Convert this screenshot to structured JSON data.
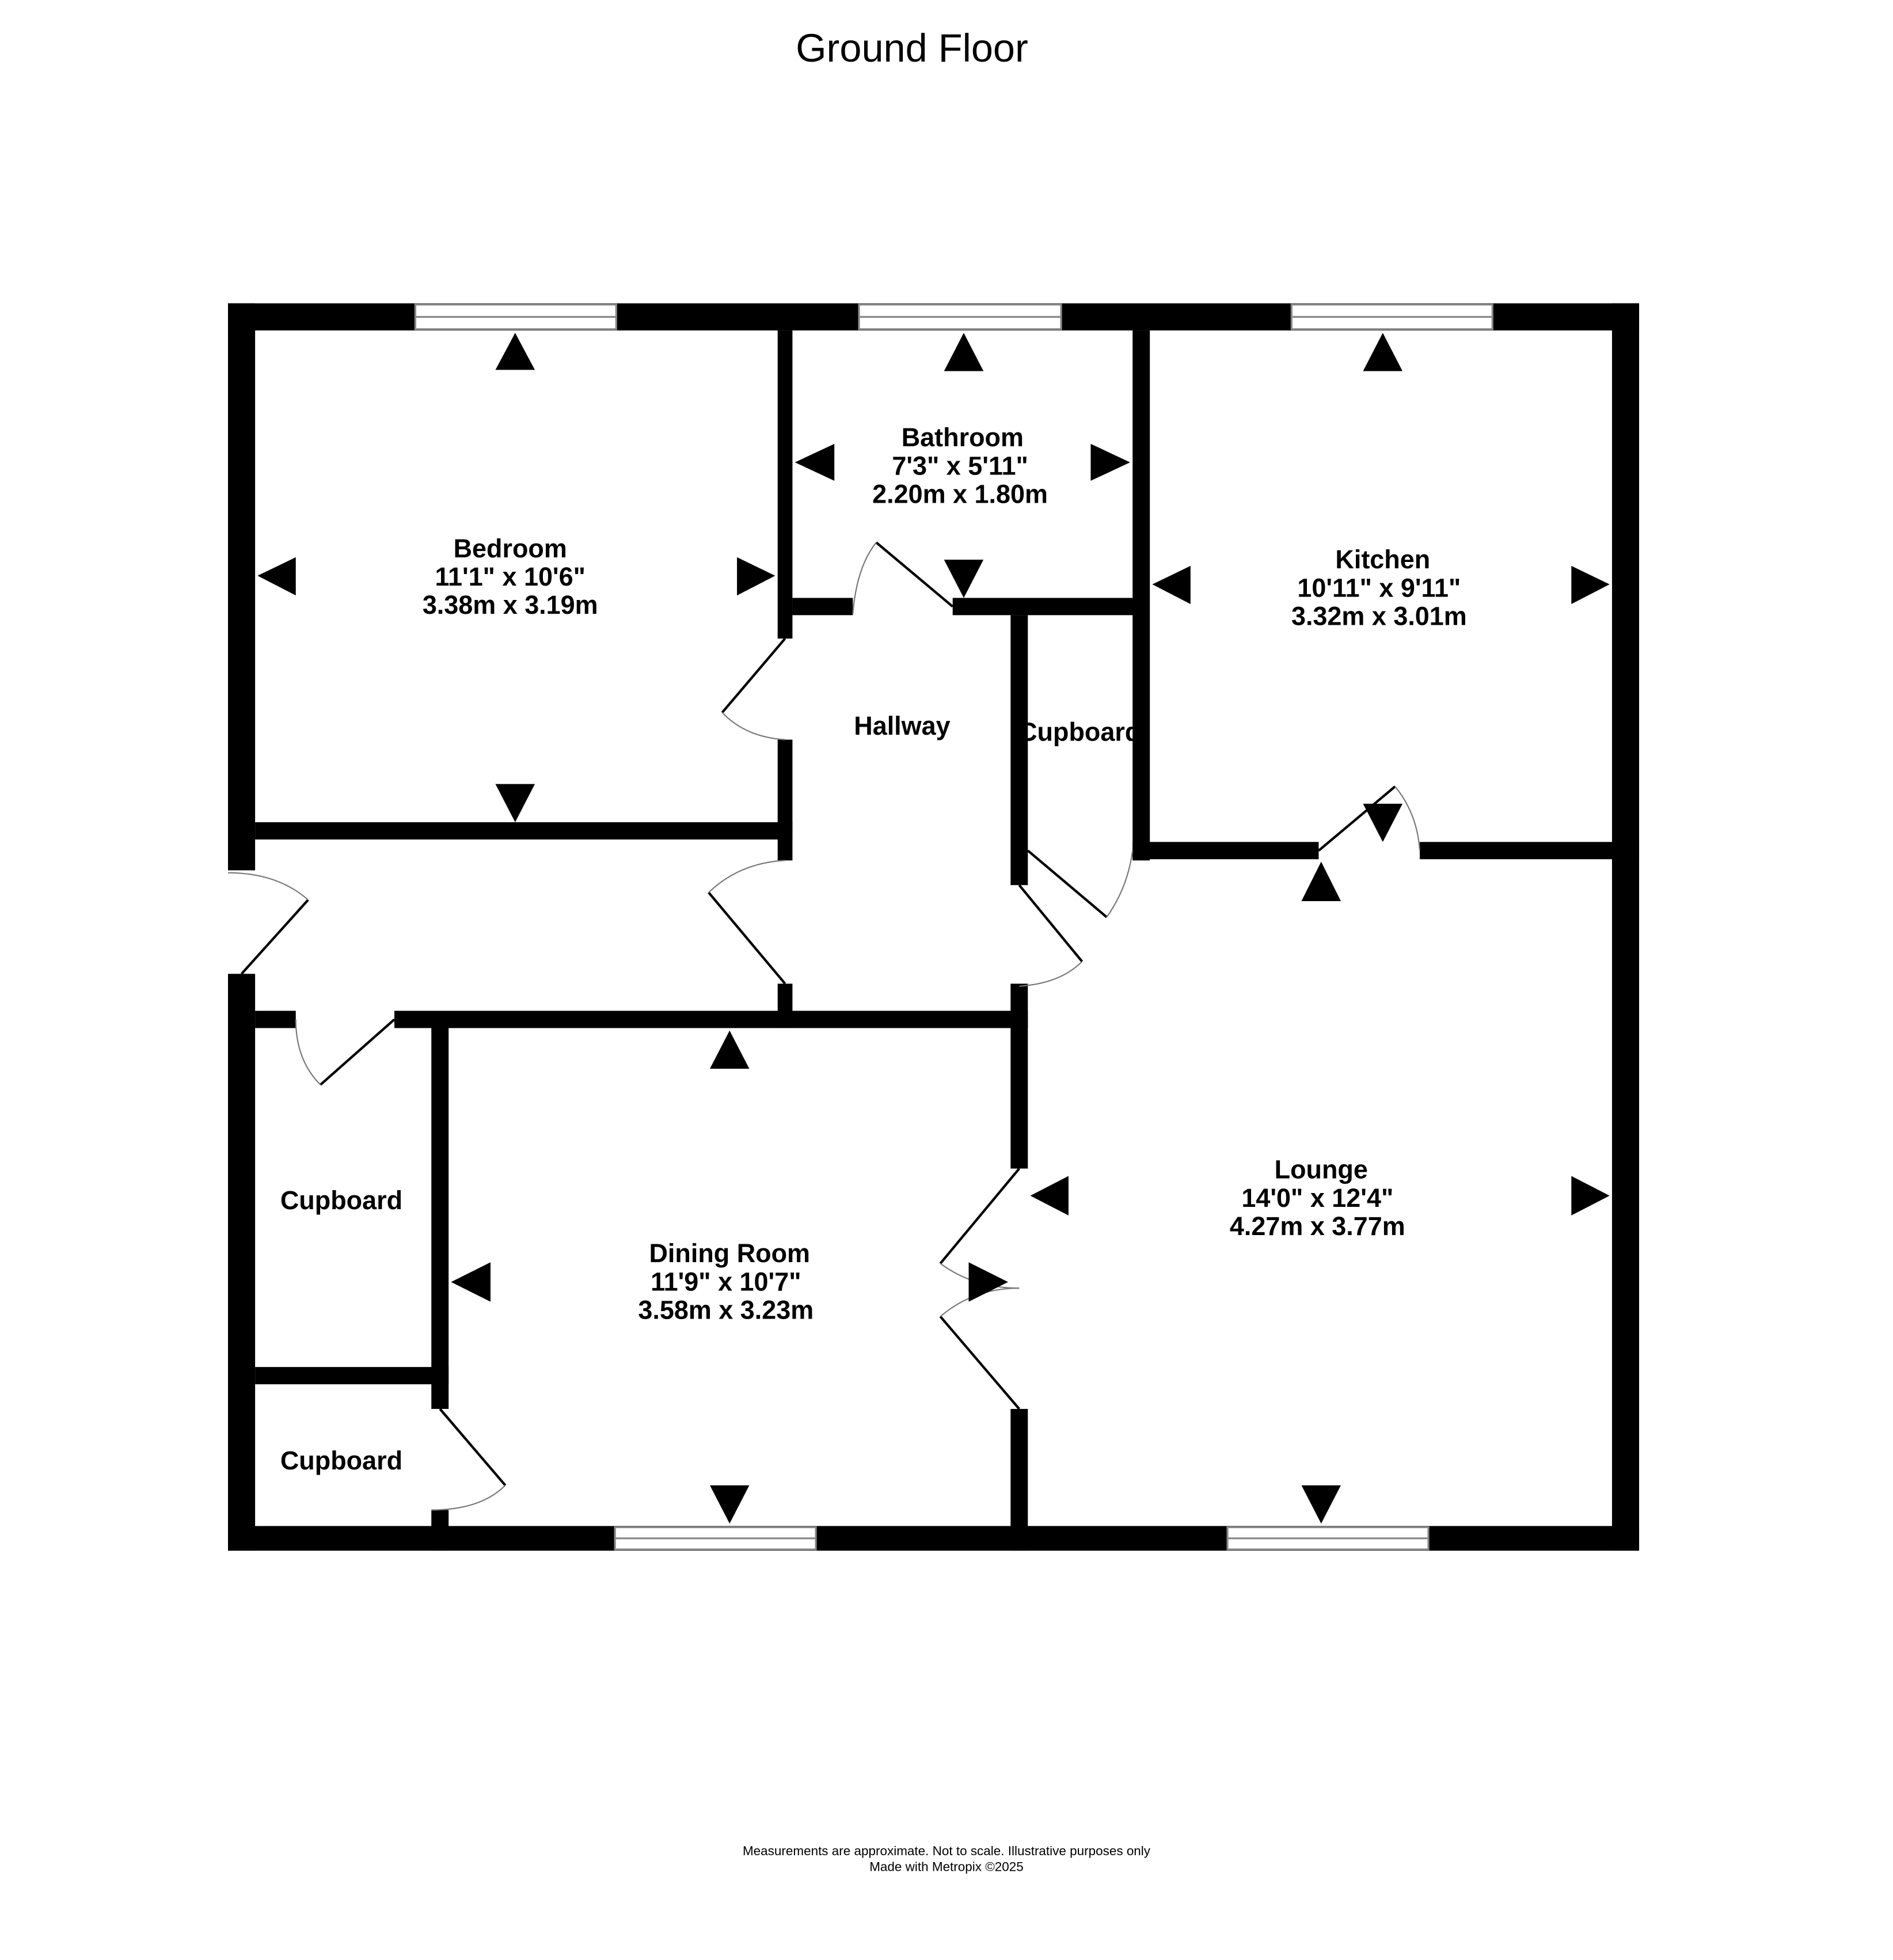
{
  "title": "Ground Floor",
  "rooms": {
    "bedroom": {
      "name": "Bedroom",
      "imperial": "11'1\"  x 10'6\"",
      "metric": "3.38m  x 3.19m"
    },
    "bathroom": {
      "name": "Bathroom",
      "imperial": "7'3\"  x 5'11\"",
      "metric": "2.20m  x 1.80m"
    },
    "kitchen": {
      "name": "Kitchen",
      "imperial": "10'11\"  x 9'11\"",
      "metric": "3.32m  x 3.01m"
    },
    "hallway": {
      "name": "Hallway"
    },
    "cupboard_hall": {
      "name": "Cupboard"
    },
    "cupboard_upper": {
      "name": "Cupboard"
    },
    "cupboard_lower": {
      "name": "Cupboard"
    },
    "dining": {
      "name": "Dining Room",
      "imperial": "11'9\"  x 10'7\"",
      "metric": "3.58m  x 3.23m"
    },
    "lounge": {
      "name": "Lounge",
      "imperial": "14'0\"  x 12'4\"",
      "metric": "4.27m  x 3.77m"
    }
  },
  "footer": {
    "disclaimer": "Measurements are approximate.  Not to scale.  Illustrative purposes only",
    "credit": "Made with Metropix ©2025"
  }
}
